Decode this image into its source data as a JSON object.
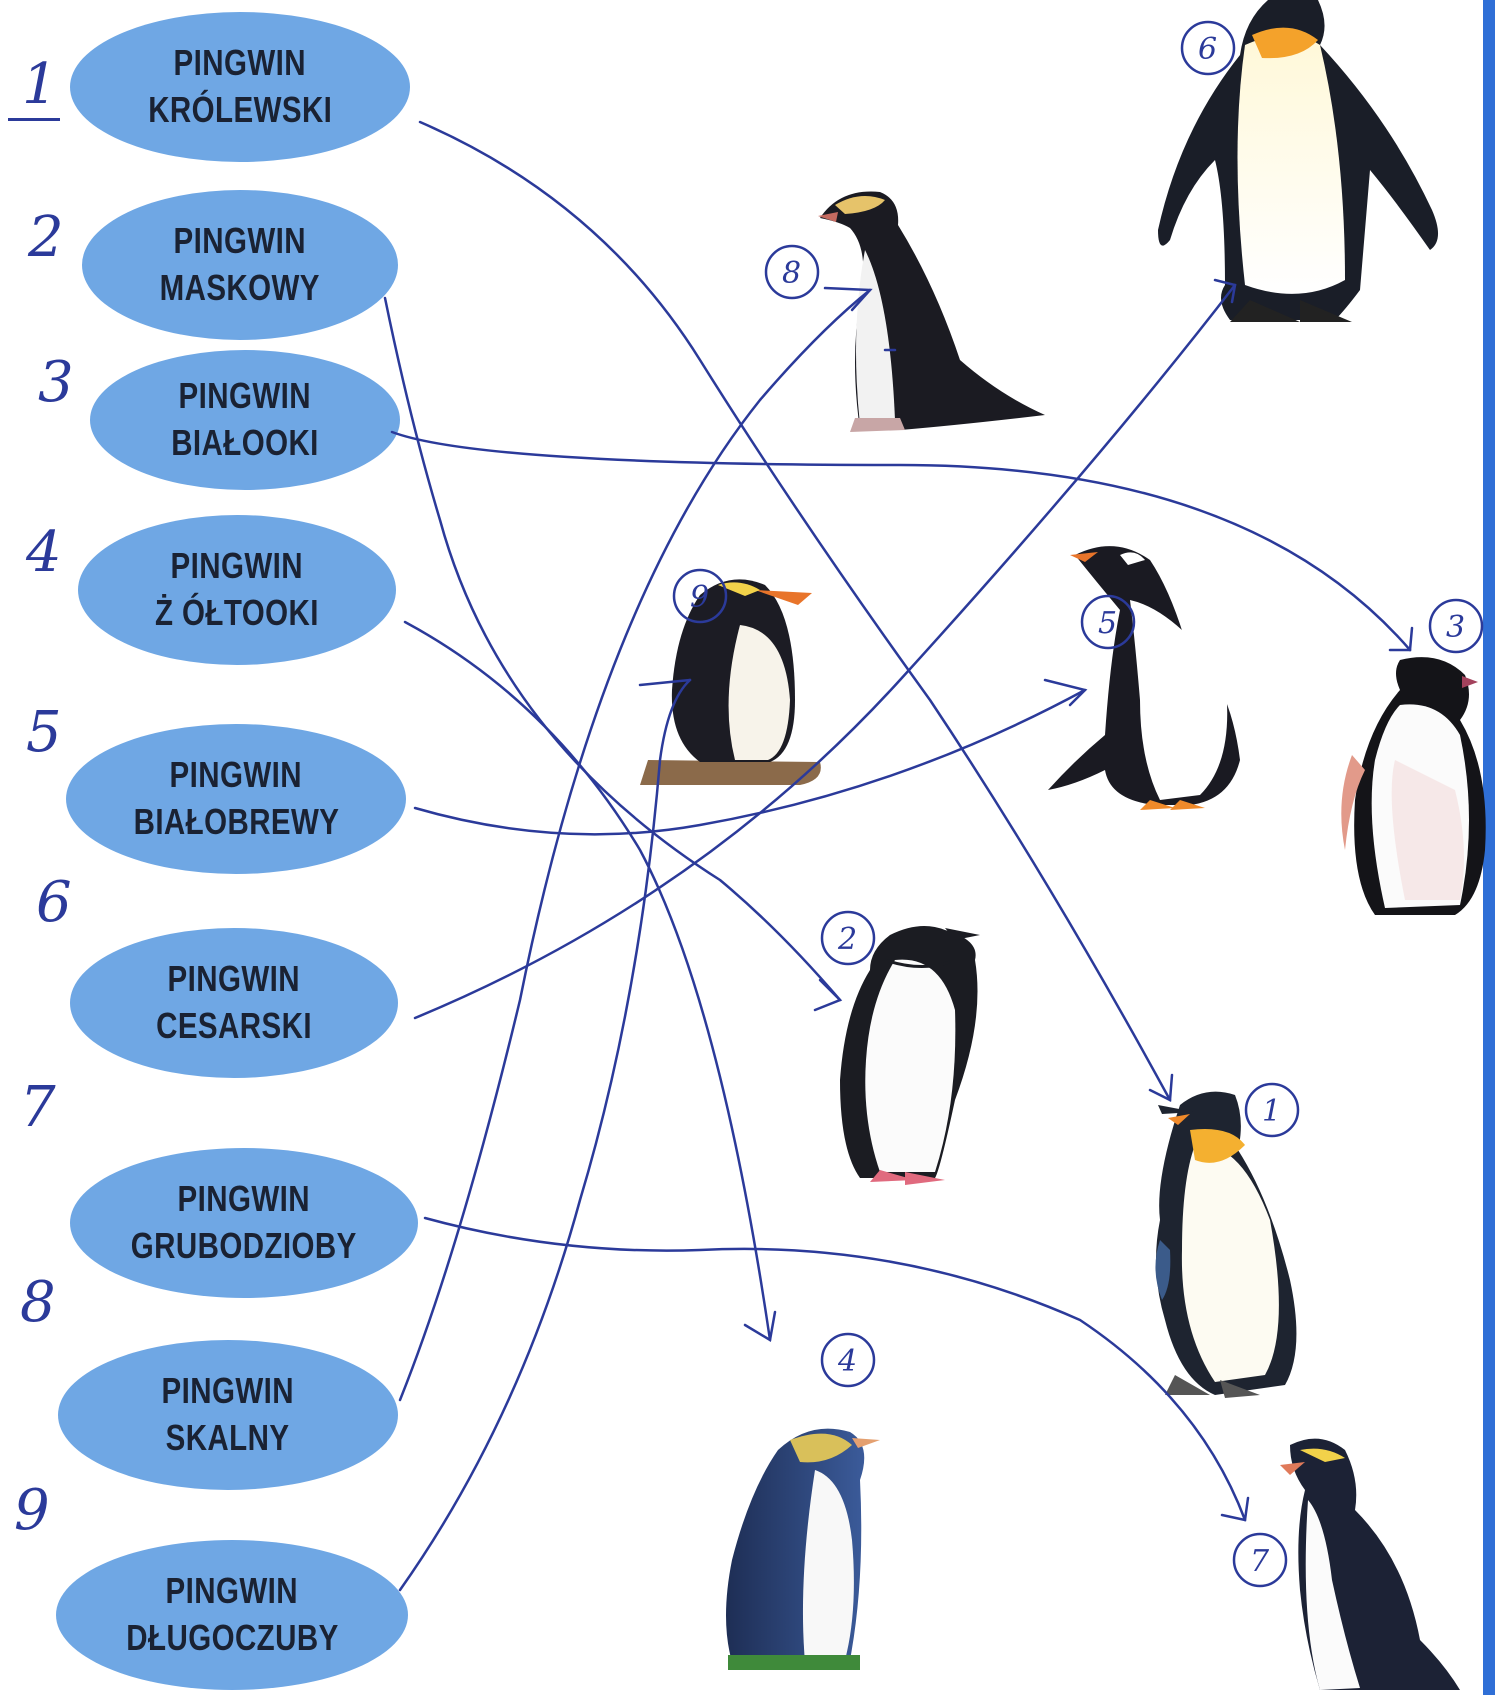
{
  "colors": {
    "pill": "#6fa7e4",
    "pill_text": "#1a2233",
    "ink": "#2b3a9a",
    "edge": "#2f6fd6"
  },
  "labels": [
    {
      "number": "1",
      "line1": "PINGWIN",
      "line2": "KRÓLEWSKI"
    },
    {
      "number": "2",
      "line1": "PINGWIN",
      "line2": "MASKOWY"
    },
    {
      "number": "3",
      "line1": "PINGWIN",
      "line2": "BIAŁOOKI"
    },
    {
      "number": "4",
      "line1": "PINGWIN",
      "line2": "Ż ÓŁTOOKI"
    },
    {
      "number": "5",
      "line1": "PINGWIN",
      "line2": "BIAŁOBREWY"
    },
    {
      "number": "6",
      "line1": "PINGWIN",
      "line2": "CESARSKI"
    },
    {
      "number": "7",
      "line1": "PINGWIN",
      "line2": "GRUBODZIOBY"
    },
    {
      "number": "8",
      "line1": "PINGWIN",
      "line2": "SKALNY"
    },
    {
      "number": "9",
      "line1": "PINGWIN",
      "line2": "DŁUGOCZUBY"
    }
  ],
  "photos": [
    {
      "circle": "6",
      "icon": "emperor-penguin"
    },
    {
      "circle": "8",
      "icon": "yellow-eyed-penguin"
    },
    {
      "circle": "9",
      "icon": "rockhopper-penguin"
    },
    {
      "circle": "5",
      "icon": "gentoo-penguin"
    },
    {
      "circle": "3",
      "icon": "adelie-penguin"
    },
    {
      "circle": "2",
      "icon": "chinstrap-penguin"
    },
    {
      "circle": "1",
      "icon": "king-penguin"
    },
    {
      "circle": "4",
      "icon": "yellow-eyed-penguin-standing"
    },
    {
      "circle": "7",
      "icon": "fiordland-penguin"
    }
  ]
}
